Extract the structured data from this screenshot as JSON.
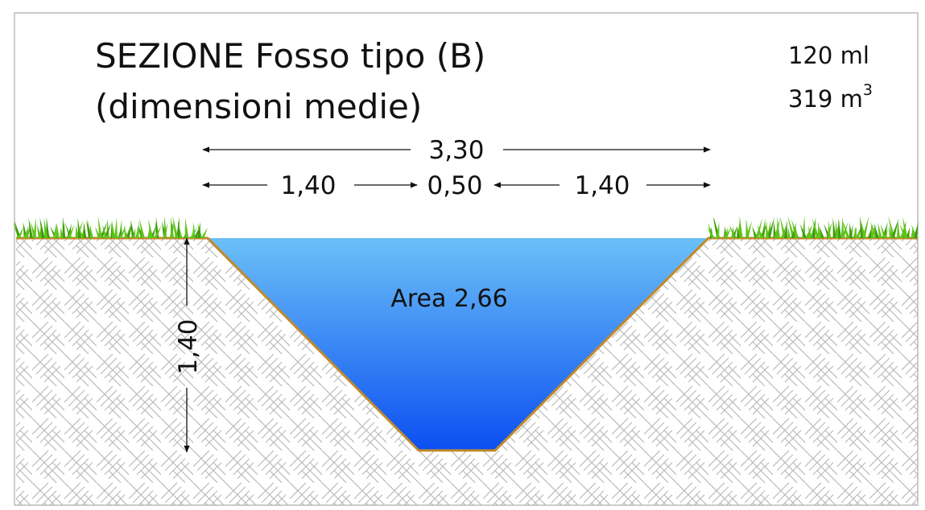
{
  "title": {
    "line1": "SEZIONE Fosso tipo (B)",
    "line2": "(dimensioni medie)"
  },
  "quantities": {
    "length": "120 ml",
    "volume_value": "319 m",
    "volume_exponent": "3"
  },
  "dimensions": {
    "total_width": "3,30",
    "left_slope_width": "1,40",
    "bottom_width": "0,50",
    "right_slope_width": "1,40",
    "depth": "1,40"
  },
  "area_label": "Area 2,66",
  "colors": {
    "water_top": "#6cc0f7",
    "water_bottom": "#0b4ff2",
    "ground_line": "#c28a2a",
    "hatch": "#b9b9b9",
    "grass": "#5fc41a",
    "grass_dark": "#3e9a10",
    "frame": "#9a9a9a",
    "dimension_line": "#111111"
  }
}
